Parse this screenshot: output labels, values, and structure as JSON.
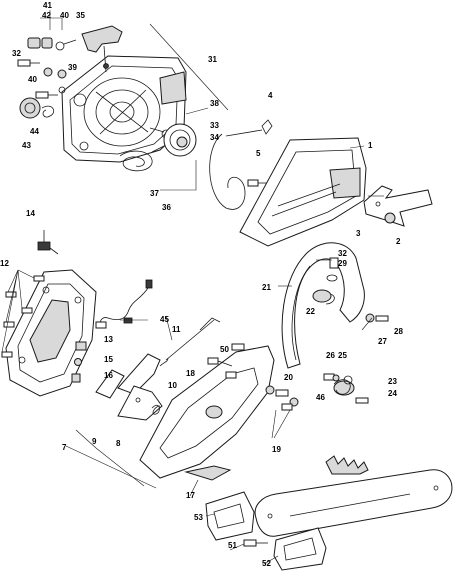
{
  "callouts": {
    "c1": "1",
    "c2": "2",
    "c3": "3",
    "c4": "4",
    "c5": "5",
    "c7": "7",
    "c8": "8",
    "c9": "9",
    "c10": "10",
    "c11": "11",
    "c12": "12",
    "c13": "13",
    "c14": "14",
    "c15": "15",
    "c16": "16",
    "c17": "17",
    "c18": "18",
    "c19": "19",
    "c20": "20",
    "c21": "21",
    "c22": "22",
    "c23": "23",
    "c24": "24",
    "c25": "25",
    "c26": "26",
    "c27": "27",
    "c28": "28",
    "c29": "29",
    "c31": "31",
    "c32a": "32",
    "c32b": "32",
    "c33": "33",
    "c34": "34",
    "c35": "35",
    "c36": "36",
    "c37": "37",
    "c38": "38",
    "c39": "39",
    "c40a": "40",
    "c40b": "40",
    "c41": "41",
    "c42": "42",
    "c43": "43",
    "c44": "44",
    "c45": "45",
    "c46": "46",
    "c50": "50",
    "c51": "51",
    "c52": "52",
    "c53": "53"
  }
}
